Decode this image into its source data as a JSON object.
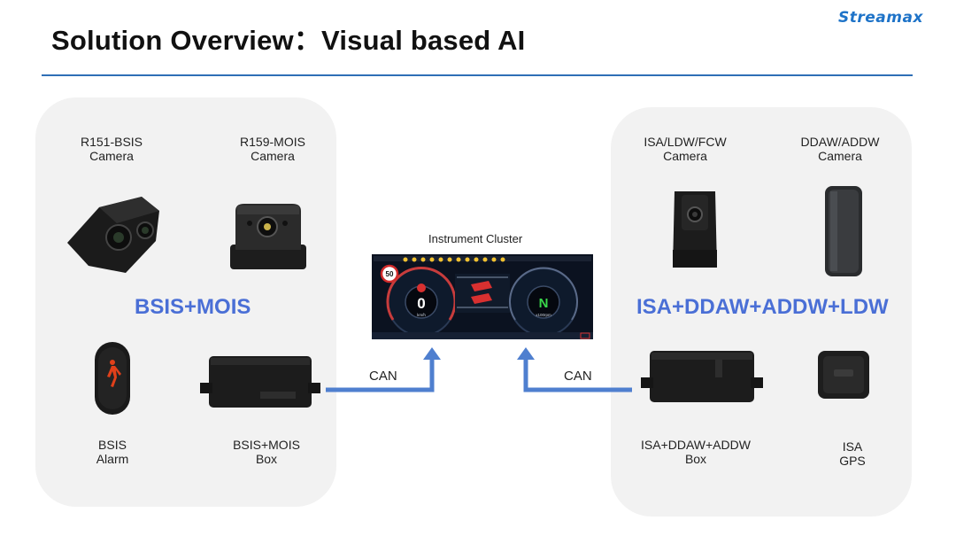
{
  "header": {
    "title": "Solution Overview：Visual based AI",
    "logo_text": "Streamax"
  },
  "left_group": {
    "summary": "BSIS+MOIS",
    "items": [
      {
        "line1": "R151-BSIS",
        "line2": "Camera"
      },
      {
        "line1": "R159-MOIS",
        "line2": "Camera"
      },
      {
        "line1": "BSIS",
        "line2": "Alarm"
      },
      {
        "line1": "BSIS+MOIS",
        "line2": "Box"
      }
    ]
  },
  "right_group": {
    "summary": "ISA+DDAW+ADDW+LDW",
    "items": [
      {
        "line1": "ISA/LDW/FCW",
        "line2": "Camera"
      },
      {
        "line1": "DDAW/ADDW",
        "line2": "Camera"
      },
      {
        "line1": "ISA+DDAW+ADDW",
        "line2": "Box"
      },
      {
        "line1": "ISA",
        "line2": "GPS"
      }
    ]
  },
  "center": {
    "title": "Instrument Cluster",
    "speed_limit": "50",
    "speed_value": "0",
    "speed_unit": "km/h",
    "gear": "N",
    "rpm_unit": "x100rpm"
  },
  "links": {
    "left_label": "CAN",
    "right_label": "CAN"
  },
  "colors": {
    "accent_blue": "#4a6fd6",
    "rule_blue": "#2f6fb6",
    "arrow_blue": "#4f7fcf",
    "panel_gray": "#f2f2f2"
  }
}
